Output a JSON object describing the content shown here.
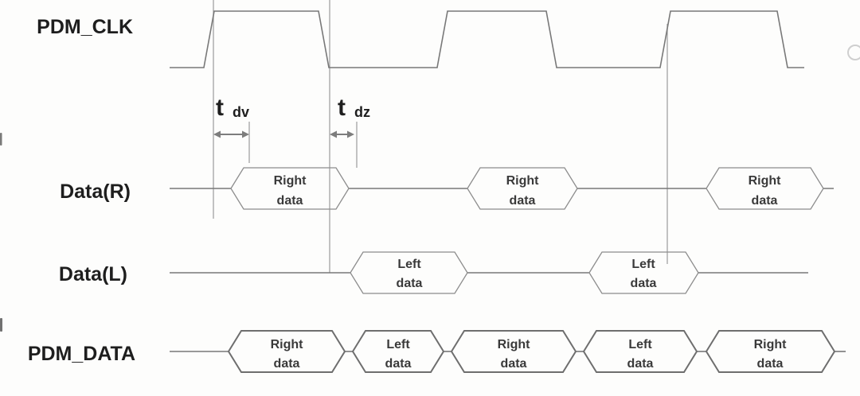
{
  "diagram": {
    "kind": "PDM interface timing diagram"
  },
  "signals": {
    "pdm_clk": {
      "label": "PDM_CLK"
    },
    "data_r": {
      "label": "Data(R)",
      "bubbles": [
        {
          "line1": "Right",
          "line2": "data"
        },
        {
          "line1": "Right",
          "line2": "data"
        },
        {
          "line1": "Right",
          "line2": "data"
        }
      ]
    },
    "data_l": {
      "label": "Data(L)",
      "bubbles": [
        {
          "line1": "Left",
          "line2": "data"
        },
        {
          "line1": "Left",
          "line2": "data"
        }
      ]
    },
    "pdm_data": {
      "label": "PDM_DATA",
      "bubbles": [
        {
          "line1": "Right",
          "line2": "data"
        },
        {
          "line1": "Left",
          "line2": "data"
        },
        {
          "line1": "Right",
          "line2": "data"
        },
        {
          "line1": "Left",
          "line2": "data"
        },
        {
          "line1": "Right",
          "line2": "data"
        }
      ]
    }
  },
  "timing": {
    "tdv": {
      "symbol": "t",
      "subscript": "dv"
    },
    "tdz": {
      "symbol": "t",
      "subscript": "dz"
    }
  },
  "colors": {
    "background": "#fdfdfc",
    "waveform": "#787878",
    "data_bubble_outline": "#8d8d8d",
    "bus_bubble_outline": "#6e6e6e",
    "reference_line": "#9c9c9c",
    "measure_tick": "#b3b3b3",
    "arrow": "#7d7d7d",
    "signal_label_text": "#1e1e1e",
    "bubble_text": "#3a3a3a",
    "edge_artifact": "#4d4d4d",
    "watermark_artifact": "#cfcfcf"
  }
}
